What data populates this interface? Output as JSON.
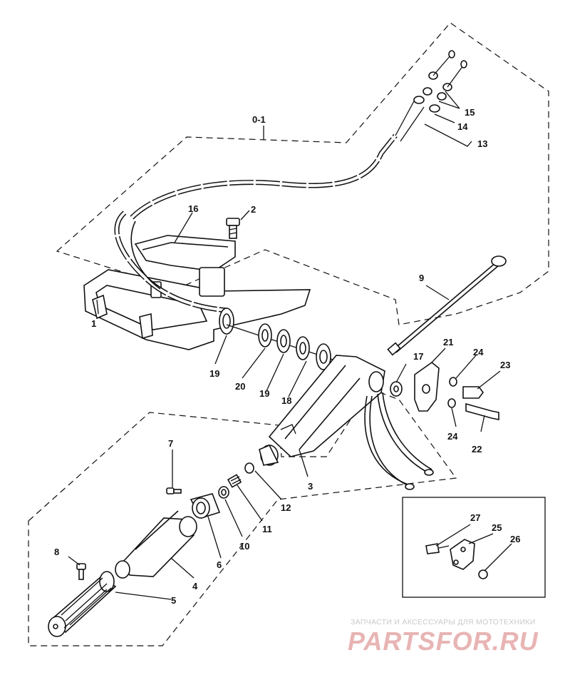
{
  "labels": {
    "group": "0-1",
    "p1": "1",
    "p2": "2",
    "p3": "3",
    "p4": "4",
    "p5": "5",
    "p6": "6",
    "p7": "7",
    "p8": "8",
    "p9": "9",
    "p10": "10",
    "p11": "11",
    "p12": "12",
    "p13": "13",
    "p14": "14",
    "p15": "15",
    "p16": "16",
    "p17": "17",
    "p18": "18",
    "p19a": "19",
    "p19b": "19",
    "p20": "20",
    "p21": "21",
    "p22": "22",
    "p23": "23",
    "p24a": "24",
    "p24b": "24",
    "p25": "25",
    "p26": "26",
    "p27": "27"
  },
  "watermark": {
    "tagline": "ЗАПЧАСТИ И АКСЕССУАРЫ ДЛЯ МОТОТЕХНИКИ",
    "brand": "PARTSFOR.RU"
  },
  "colors": {
    "ink": "#111111",
    "watermark_text": "#c9c9c9",
    "watermark_brand": "#e8b4b4"
  }
}
